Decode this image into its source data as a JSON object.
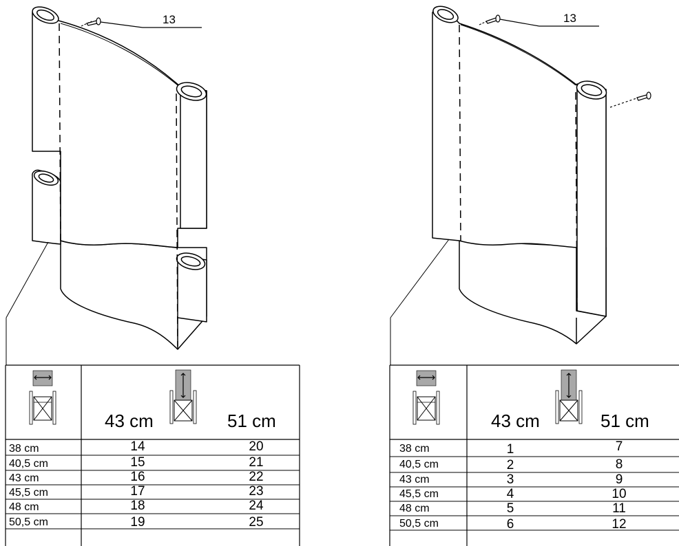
{
  "callout_left": "13",
  "callout_right": "13",
  "table_left": {
    "header_low": "43 cm",
    "header_high": "51 cm",
    "rows": [
      {
        "width": "38 cm",
        "low": "14",
        "high": "20"
      },
      {
        "width": "40,5 cm",
        "low": "15",
        "high": "21"
      },
      {
        "width": "43 cm",
        "low": "16",
        "high": "22"
      },
      {
        "width": "45,5 cm",
        "low": "17",
        "high": "23"
      },
      {
        "width": "48 cm",
        "low": "18",
        "high": "24"
      },
      {
        "width": "50,5 cm",
        "low": "19",
        "high": "25"
      }
    ]
  },
  "table_right": {
    "header_low": "43 cm",
    "header_high": "51 cm",
    "rows": [
      {
        "width": "38 cm",
        "low": "1",
        "high": "7"
      },
      {
        "width": "40,5 cm",
        "low": "2",
        "high": "8"
      },
      {
        "width": "43 cm",
        "low": "3",
        "high": "9"
      },
      {
        "width": "45,5 cm",
        "low": "4",
        "high": "10"
      },
      {
        "width": "48 cm",
        "low": "5",
        "high": "11"
      },
      {
        "width": "50,5 cm",
        "low": "6",
        "high": "12"
      }
    ]
  },
  "colors": {
    "line": "#000000",
    "seat_gray": "#a8a8a8",
    "background": "#ffffff"
  }
}
